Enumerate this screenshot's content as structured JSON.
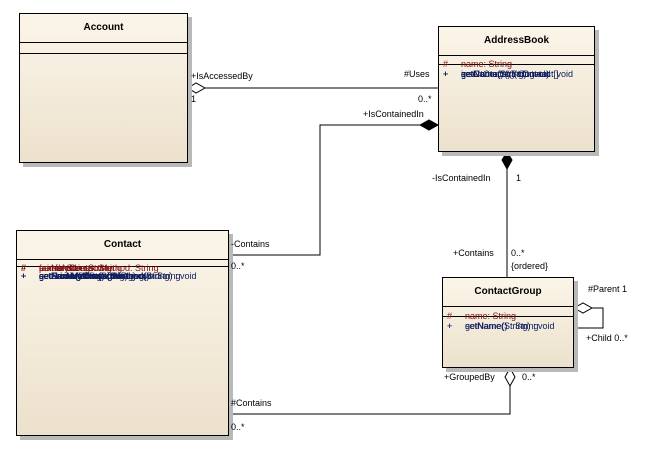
{
  "classes": {
    "account": {
      "name": "Account"
    },
    "addressbook": {
      "name": "AddressBook",
      "attributes": [
        {
          "vis": "#",
          "text": "name:  String"
        }
      ],
      "operations": [
        {
          "vis": "+",
          "text": "getContact() : Contact"
        },
        {
          "vis": "+",
          "text": "getContacts() : Contact[]"
        },
        {
          "vis": "+",
          "text": "getName() : String"
        },
        {
          "vis": "+",
          "text": "insertContact(contact) : void"
        },
        {
          "vis": "+",
          "text": "setName(String) : void"
        }
      ]
    },
    "contact": {
      "name": "Contact",
      "attributes": [
        {
          "vis": "#",
          "text": "emailAddress:  String"
        },
        {
          "vis": "#",
          "text": "faxNumber:  String"
        },
        {
          "vis": "#",
          "text": "name:  String"
        },
        {
          "vis": "#",
          "text": "primaryContactMethod:  String"
        }
      ],
      "operations": [
        {
          "vis": "+",
          "text": "getEmailAddress() : String"
        },
        {
          "vis": "+",
          "text": "getFaxNumber() : String"
        },
        {
          "vis": "+",
          "text": "getName() : String"
        },
        {
          "vis": "+",
          "text": "getPrimaryContactMethod() : String"
        },
        {
          "vis": "+",
          "text": "setEmailAddress(String) : void"
        },
        {
          "vis": "+",
          "text": "setFaxNumber(String) : void"
        },
        {
          "vis": "+",
          "text": "setName(String) : void"
        },
        {
          "vis": "+",
          "text": "setPrimaryContactMethod(String) : void"
        }
      ]
    },
    "contactgroup": {
      "name": "ContactGroup",
      "attributes": [
        {
          "vis": "#",
          "text": "name:  String"
        }
      ],
      "operations": [
        {
          "vis": "+",
          "text": "getName() : String"
        },
        {
          "vis": "+",
          "text": "setName(String) : void"
        }
      ]
    }
  },
  "labels": {
    "is_accessed_by": "+IsAccessedBy",
    "account_mult": "1",
    "uses": "#Uses",
    "uses_mult": "0..*",
    "ab_is_contained_in": "+IsContainedIn",
    "contact_contains": "-Contains",
    "contact_contains_mult": "0..*",
    "cg_is_contained_in": "-IsContainedIn",
    "cg_is_contained_in_mult": "1",
    "cg_contains": "+Contains",
    "cg_contains_mult": "0..*",
    "ordered": "{ordered}",
    "parent": "#Parent 1",
    "child": "+Child 0..*",
    "grouped_by": "+GroupedBy",
    "grouped_by_mult": "0..*",
    "hash_contains": "#Contains",
    "hash_contains_mult": "0..*"
  }
}
